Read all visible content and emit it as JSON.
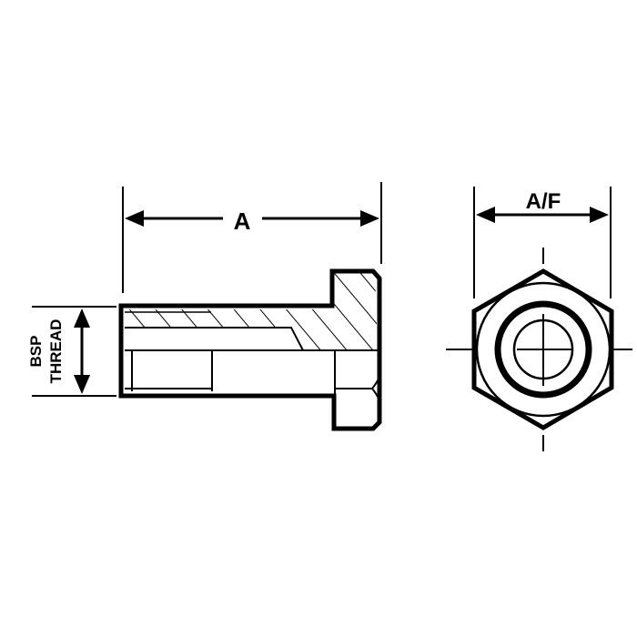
{
  "labels": {
    "length": "A",
    "across_flats": "A/F",
    "thread_line1": "BSP",
    "thread_line2": "THREAD"
  },
  "colors": {
    "ink": "#000000",
    "background": "#ffffff"
  }
}
